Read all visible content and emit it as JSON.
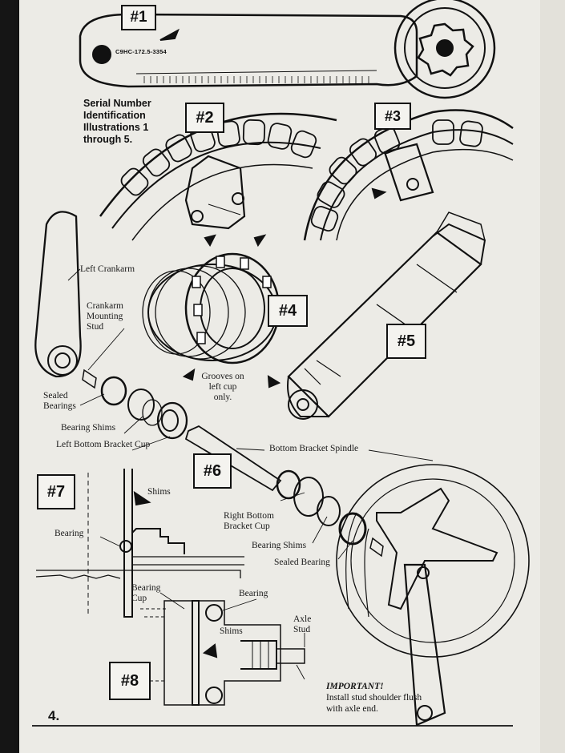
{
  "title": "Serial Number Identification Illustrations 1 through 5.",
  "serial_number": "C9HC-172.5-3354",
  "figures": [
    "#1",
    "#2",
    "#3",
    "#4",
    "#5",
    "#6",
    "#7",
    "#8"
  ],
  "labels": {
    "left_crankarm": "Left Crankarm",
    "crankarm_mounting_stud": "Crankarm Mounting Stud",
    "sealed_bearings": "Sealed Bearings",
    "bearing_shims_left": "Bearing Shims",
    "left_bottom_bracket_cup": "Left Bottom Bracket Cup",
    "grooves_note": "Grooves on left cup only.",
    "bottom_bracket_spindle": "Bottom Bracket Spindle",
    "right_bottom_bracket_cup": "Right Bottom Bracket Cup",
    "bearing_shims_right": "Bearing Shims",
    "sealed_bearing": "Sealed Bearing",
    "fig7_shims": "Shims",
    "fig7_bearing": "Bearing",
    "fig8_bearing_cup": "Bearing Cup",
    "fig8_bearing": "Bearing",
    "fig8_axle_stud": "Axle Stud",
    "fig8_shims": "Shims"
  },
  "important": {
    "heading": "IMPORTANT!",
    "text": "Install stud shoulder flush with axle end."
  },
  "page_number": "4.",
  "colors": {
    "ink": "#111111",
    "paper": "#ecebe6",
    "background": "#1c1c1c"
  }
}
